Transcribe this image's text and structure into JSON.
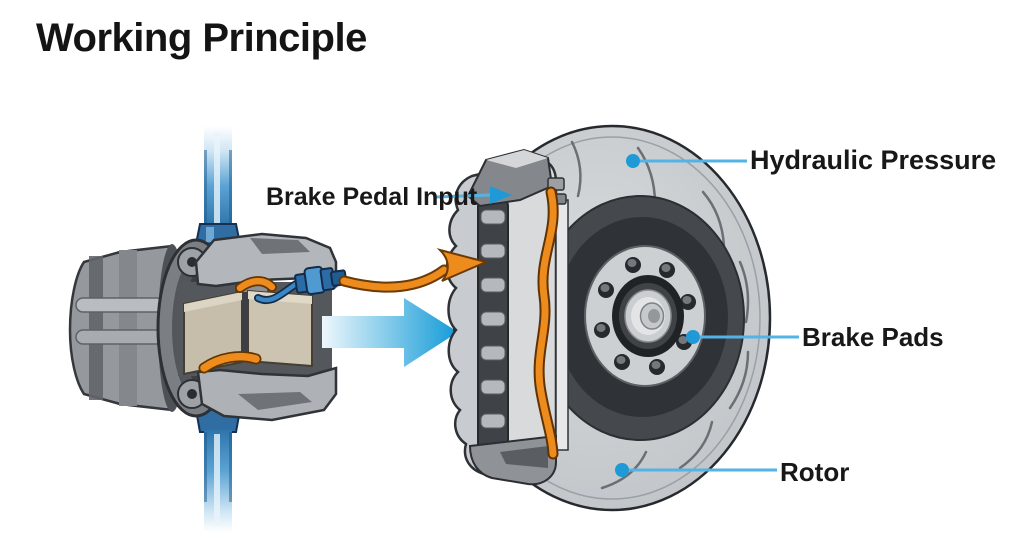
{
  "title": "Working Principle",
  "diagram": {
    "labels": {
      "brake_pedal_input": "Brake Pedal Input",
      "hydraulic_pressure": "Hydraulic Pressure",
      "brake_pads": "Brake Pads",
      "rotor": "Rotor"
    },
    "colors": {
      "leader_blue": "#55B2E5",
      "marker_blue": "#1F9AD6",
      "flow_arrow_blue": "#129BD7",
      "hose_orange": "#EE8B1D",
      "brake_line_blue": "#2E75AB",
      "pad_tan": "#C6BEAA",
      "metal_light": "#D6D9DB",
      "metal_dark": "#44484C",
      "outline": "#2F3236",
      "text": "#181818",
      "background": "#FFFFFF"
    }
  }
}
